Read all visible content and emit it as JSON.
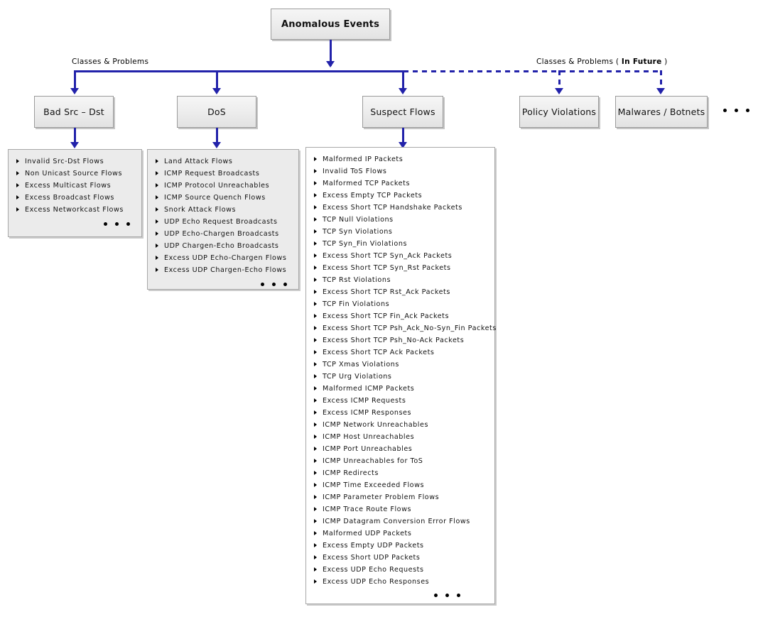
{
  "diagram": {
    "title": "Anomalous Events",
    "edge_labels": {
      "left": "Classes & Problems",
      "right_prefix": "Classes & Problems ( ",
      "right_bold": "In Future",
      "right_suffix": " )"
    },
    "accent_color": "#2222aa",
    "box_fill": "#ececec",
    "box_border": "#9b9b9b",
    "categories": [
      {
        "label": "Bad Src – Dst",
        "state": "current"
      },
      {
        "label": "DoS",
        "state": "current"
      },
      {
        "label": "Suspect Flows",
        "state": "current"
      },
      {
        "label": "Policy Violations",
        "state": "future"
      },
      {
        "label": "Malwares / Botnets",
        "state": "future"
      }
    ],
    "more_indicator": "• • •",
    "lists": [
      {
        "owner": "Bad Src – Dst",
        "has_more": true,
        "items": [
          "Invalid Src-Dst Flows",
          "Non Unicast Source Flows",
          "Excess Multicast Flows",
          "Excess Broadcast Flows",
          "Excess Networkcast Flows"
        ]
      },
      {
        "owner": "DoS",
        "has_more": true,
        "items": [
          "Land Attack Flows",
          "ICMP Request Broadcasts",
          "ICMP Protocol Unreachables",
          "ICMP Source Quench Flows",
          "Snork Attack Flows",
          "UDP Echo Request Broadcasts",
          "UDP Echo-Chargen Broadcasts",
          "UDP Chargen-Echo Broadcasts",
          "Excess UDP Echo-Chargen Flows",
          "Excess UDP Chargen-Echo Flows"
        ]
      },
      {
        "owner": "Suspect Flows",
        "has_more": true,
        "items": [
          "Malformed IP Packets",
          "Invalid ToS Flows",
          "Malformed TCP Packets",
          "Excess Empty TCP Packets",
          "Excess Short TCP Handshake Packets",
          "TCP Null Violations",
          "TCP Syn Violations",
          "TCP Syn_Fin Violations",
          "Excess Short TCP Syn_Ack Packets",
          "Excess Short TCP Syn_Rst Packets",
          "TCP Rst Violations",
          "Excess Short TCP Rst_Ack Packets",
          "TCP Fin Violations",
          "Excess Short TCP Fin_Ack Packets",
          "Excess Short TCP Psh_Ack_No-Syn_Fin Packets",
          "Excess Short TCP Psh_No-Ack Packets",
          "Excess Short TCP Ack Packets",
          "TCP Xmas Violations",
          "TCP Urg Violations",
          "Malformed ICMP Packets",
          "Excess ICMP Requests",
          "Excess ICMP Responses",
          "ICMP Network Unreachables",
          "ICMP Host Unreachables",
          "ICMP Port Unreachables",
          "ICMP Unreachables for ToS",
          "ICMP Redirects",
          "ICMP Time Exceeded Flows",
          "ICMP Parameter Problem Flows",
          "ICMP Trace Route Flows",
          "ICMP Datagram Conversion Error Flows",
          "Malformed UDP Packets",
          "Excess Empty UDP Packets",
          "Excess Short UDP Packets",
          "Excess UDP Echo Requests",
          "Excess UDP Echo Responses"
        ]
      }
    ]
  }
}
